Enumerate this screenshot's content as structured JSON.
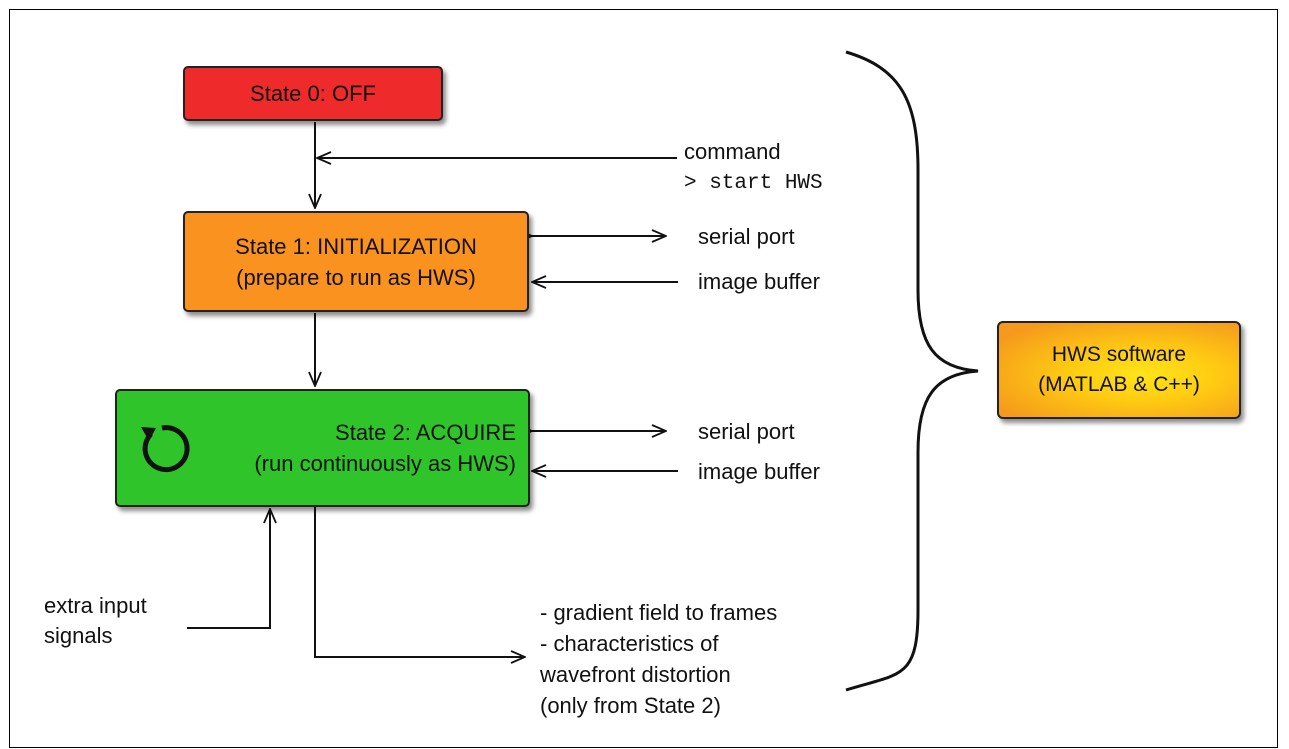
{
  "states": {
    "off": {
      "label": "State 0: OFF",
      "color": "#ef2a2a"
    },
    "init": {
      "line1": "State 1: INITIALIZATION",
      "line2": "(prepare to run as HWS)",
      "color": "#f9921f"
    },
    "acquire": {
      "line1": "State 2: ACQUIRE",
      "line2": "(run continuously as HWS)",
      "color": "#2fc42a",
      "icon": "cycle-arrow-icon"
    }
  },
  "command": {
    "label": "command",
    "code": "> start HWS"
  },
  "init_io": {
    "serial": "serial port",
    "buffer": "image buffer"
  },
  "acquire_io": {
    "serial": "serial port",
    "buffer": "image buffer"
  },
  "extra_input": {
    "line1": "extra input",
    "line2": "signals"
  },
  "outputs": {
    "line1": "- gradient field to frames",
    "line2": "- characteristics of",
    "line3": "wavefront distortion",
    "line4": "(only from State 2)"
  },
  "software": {
    "line1": "HWS software",
    "line2": "(MATLAB & C++)"
  }
}
